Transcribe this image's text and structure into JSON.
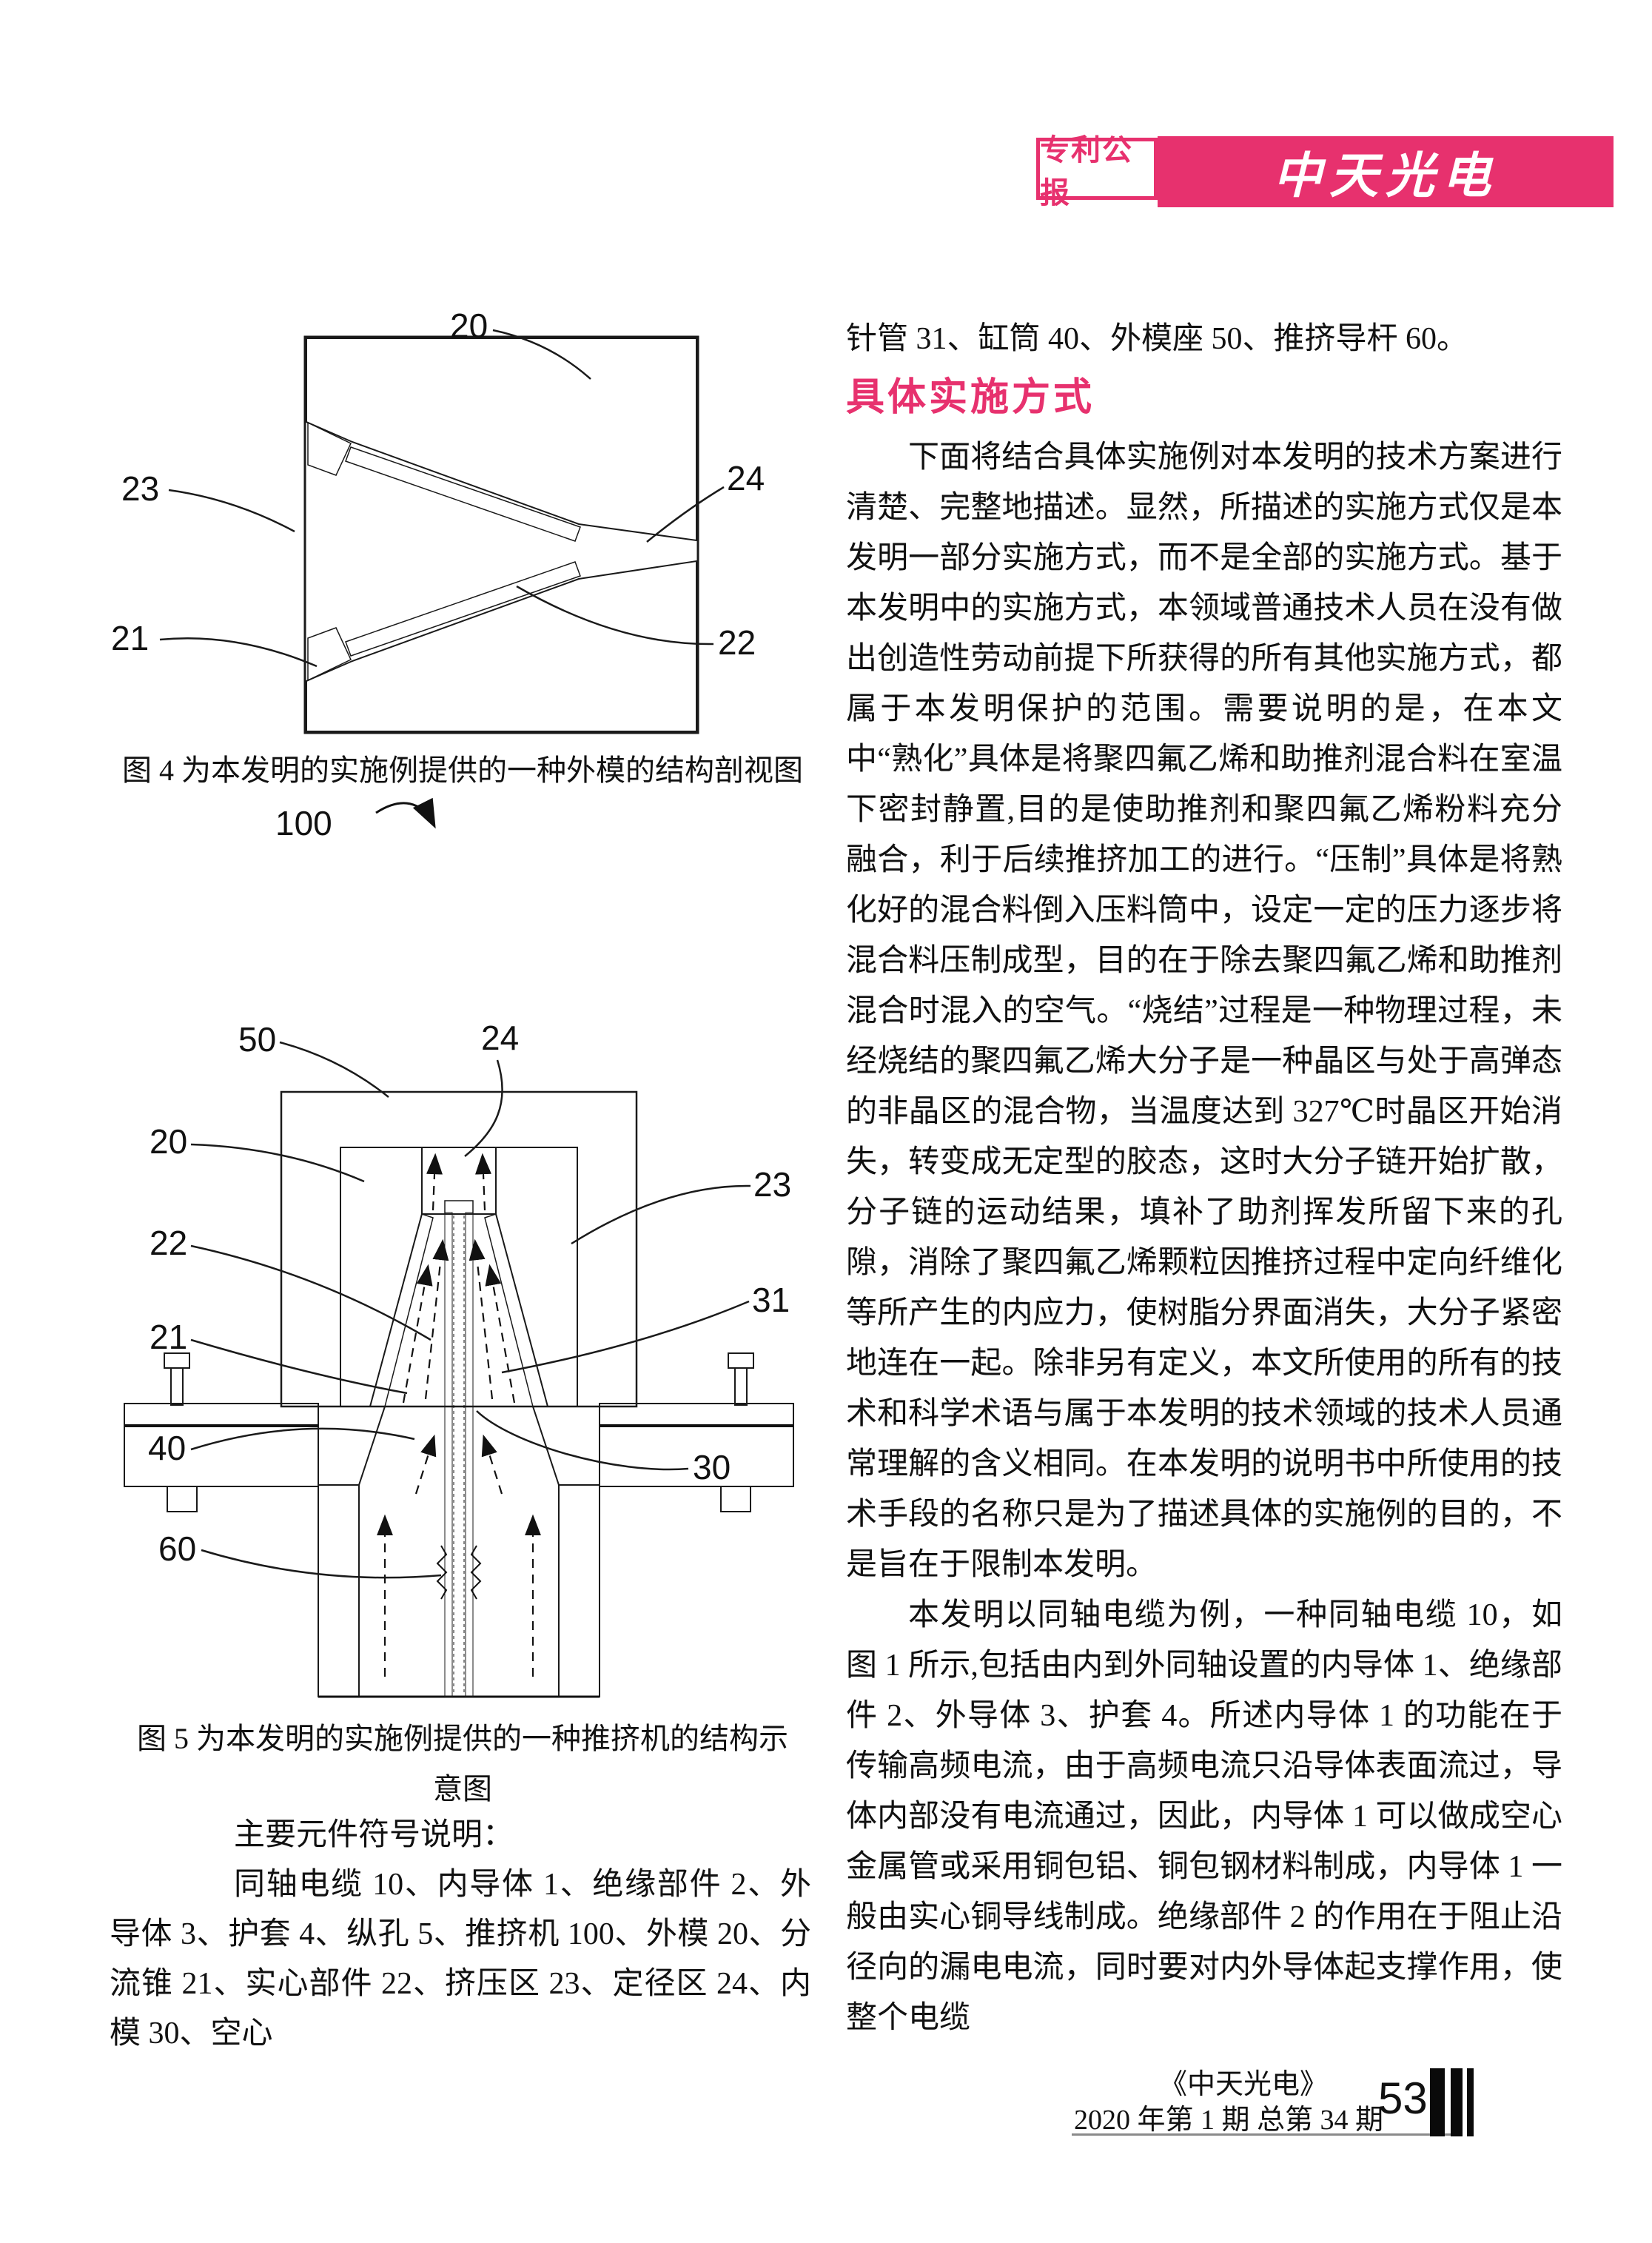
{
  "header": {
    "tag_label": "专利公报",
    "brand": "中天光电",
    "accent": "#e7316e"
  },
  "figures": {
    "fig4": {
      "caption": "图 4 为本发明的实施例提供的一种外模的结构剖视图",
      "labels": {
        "l20": "20",
        "l23": "23",
        "l24": "24",
        "l21": "21",
        "l22": "22"
      }
    },
    "pointer_label": "100",
    "fig5": {
      "caption_line1": "图 5 为本发明的实施例提供的一种推挤机的结构示",
      "caption_line2": "意图",
      "labels": {
        "l50": "50",
        "l24": "24",
        "l20": "20",
        "l22": "22",
        "l23": "23",
        "l21": "21",
        "l31": "31",
        "l30": "30",
        "l40": "40",
        "l60": "60"
      }
    },
    "symbols_heading": "主要元件符号说明：",
    "symbols_text": "同轴电缆 10、内导体 1、绝缘部件 2、外导体 3、护套 4、纵孔 5、推挤机 100、外模 20、分流锥 21、实心部件 22、挤压区 23、定径区 24、内模 30、空心"
  },
  "article": {
    "lead_line": "针管 31、缸筒 40、外模座 50、推挤导杆 60。",
    "heading": "具体实施方式",
    "para1": "下面将结合具体实施例对本发明的技术方案进行清楚、完整地描述。显然，所描述的实施方式仅是本发明一部分实施方式，而不是全部的实施方式。基于本发明中的实施方式，本领域普通技术人员在没有做出创造性劳动前提下所获得的所有其他实施方式，都属于本发明保护的范围。需要说明的是，在本文中“熟化”具体是将聚四氟乙烯和助推剂混合料在室温下密封静置,目的是使助推剂和聚四氟乙烯粉料充分融合，利于后续推挤加工的进行。“压制”具体是将熟化好的混合料倒入压料筒中，设定一定的压力逐步将混合料压制成型，目的在于除去聚四氟乙烯和助推剂混合时混入的空气。“烧结”过程是一种物理过程，未经烧结的聚四氟乙烯大分子是一种晶区与处于高弹态的非晶区的混合物，当温度达到 327℃时晶区开始消失，转变成无定型的胶态，这时大分子链开始扩散，分子链的运动结果，填补了助剂挥发所留下来的孔隙，消除了聚四氟乙烯颗粒因推挤过程中定向纤维化等所产生的内应力，使树脂分界面消失，大分子紧密地连在一起。除非另有定义，本文所使用的所有的技术和科学术语与属于本发明的技术领域的技术人员通常理解的含义相同。在本发明的说明书中所使用的技术手段的名称只是为了描述具体的实施例的目的，不是旨在于限制本发明。",
    "para2": "本发明以同轴电缆为例，一种同轴电缆 10，如图 1 所示,包括由内到外同轴设置的内导体 1、绝缘部件 2、外导体 3、护套 4。所述内导体 1 的功能在于传输高频电流，由于高频电流只沿导体表面流过，导体内部没有电流通过，因此，内导体 1 可以做成空心金属管或采用铜包铝、铜包钢材料制成，内导体 1 一般由实心铜导线制成。绝缘部件 2 的作用在于阻止沿径向的漏电电流，同时要对内外导体起支撑作用，使整个电缆"
  },
  "footer": {
    "journal": "《中天光电》",
    "issue": "2020 年第 1 期 总第 34 期",
    "page_number": "53"
  }
}
